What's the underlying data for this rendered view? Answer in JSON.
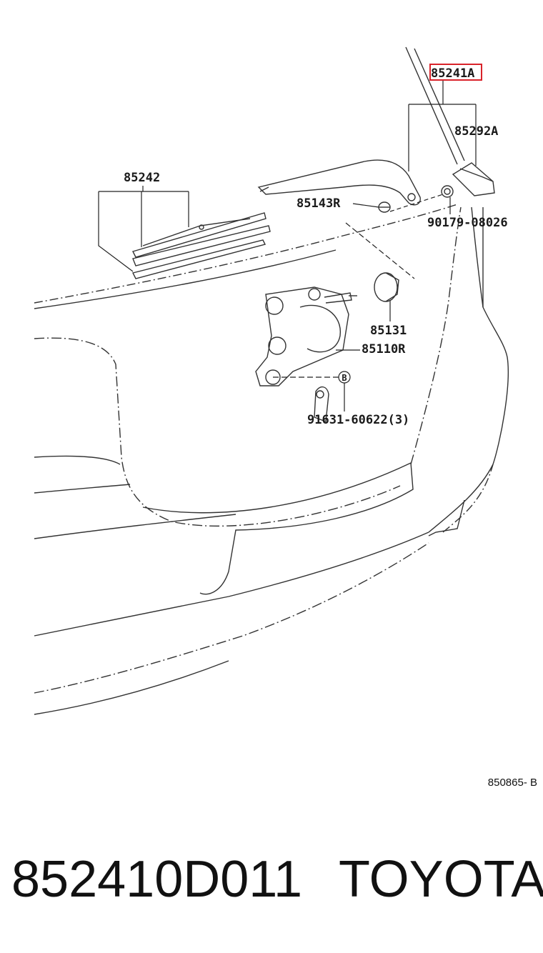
{
  "diagram": {
    "figure_code": "850865- B",
    "highlight_color": "#d9232a",
    "parts": [
      {
        "id": "p1",
        "label": "85241A",
        "highlighted": true
      },
      {
        "id": "p2",
        "label": "85292A",
        "highlighted": false
      },
      {
        "id": "p3",
        "label": "85242",
        "highlighted": false
      },
      {
        "id": "p4",
        "label": "85143R",
        "highlighted": false
      },
      {
        "id": "p5",
        "label": "90179-08026",
        "highlighted": false
      },
      {
        "id": "p6",
        "label": "85131",
        "highlighted": false
      },
      {
        "id": "p7",
        "label": "85110R",
        "highlighted": false
      },
      {
        "id": "p8",
        "label": "91631-60622(3)",
        "highlighted": false
      }
    ],
    "callout_marker": "B"
  },
  "caption": {
    "part_number": "852410D011",
    "brand": "TOYOTA"
  }
}
